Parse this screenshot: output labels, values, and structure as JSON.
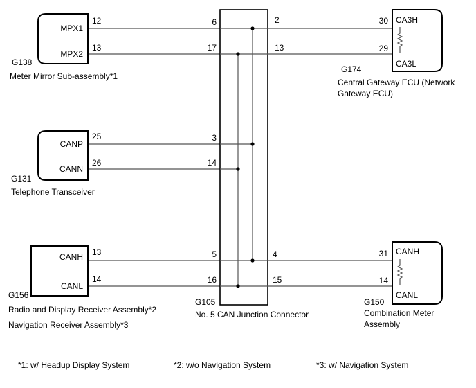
{
  "components": {
    "g138": {
      "code": "G138",
      "name": "Meter Mirror Sub-assembly*1",
      "pins": [
        {
          "label": "MPX1",
          "no": "12"
        },
        {
          "label": "MPX2",
          "no": "13"
        }
      ]
    },
    "g131": {
      "code": "G131",
      "name": "Telephone Transceiver",
      "pins": [
        {
          "label": "CANP",
          "no": "25"
        },
        {
          "label": "CANN",
          "no": "26"
        }
      ]
    },
    "g156": {
      "code": "G156",
      "name": "Radio and Display Receiver Assembly*2",
      "name2": "Navigation Receiver Assembly*3",
      "pins": [
        {
          "label": "CANH",
          "no": "13"
        },
        {
          "label": "CANL",
          "no": "14"
        }
      ]
    },
    "g174": {
      "code": "G174",
      "name_line1": "Central Gateway ECU (Network",
      "name_line2": "Gateway ECU)",
      "pins": [
        {
          "label": "CA3H",
          "no": "30"
        },
        {
          "label": "CA3L",
          "no": "29"
        }
      ]
    },
    "g150": {
      "code": "G150",
      "name_line1": "Combination Meter",
      "name_line2": "Assembly",
      "pins": [
        {
          "label": "CANH",
          "no": "31"
        },
        {
          "label": "CANL",
          "no": "14"
        }
      ]
    },
    "g105": {
      "code": "G105",
      "name": "No. 5 CAN Junction Connector",
      "left_pins": [
        "6",
        "17",
        "3",
        "14",
        "5",
        "16"
      ],
      "right_pins": [
        "2",
        "13",
        "4",
        "15"
      ]
    }
  },
  "footnotes": [
    "*1: w/ Headup Display System",
    "*2: w/o Navigation System",
    "*3: w/ Navigation System"
  ]
}
